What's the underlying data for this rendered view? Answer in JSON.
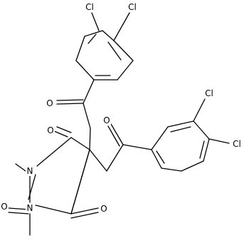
{
  "structure": {
    "labels": {
      "cl_a": "Cl",
      "cl_b": "Cl",
      "cl_c": "Cl",
      "cl_d": "Cl",
      "o_ketone_upper": "O",
      "o_ketone_lower": "O",
      "o_ring_left": "O",
      "o_ring_right": "O",
      "o_ring_bottom": "O",
      "n_upper": "N",
      "n_lower": "N"
    }
  }
}
